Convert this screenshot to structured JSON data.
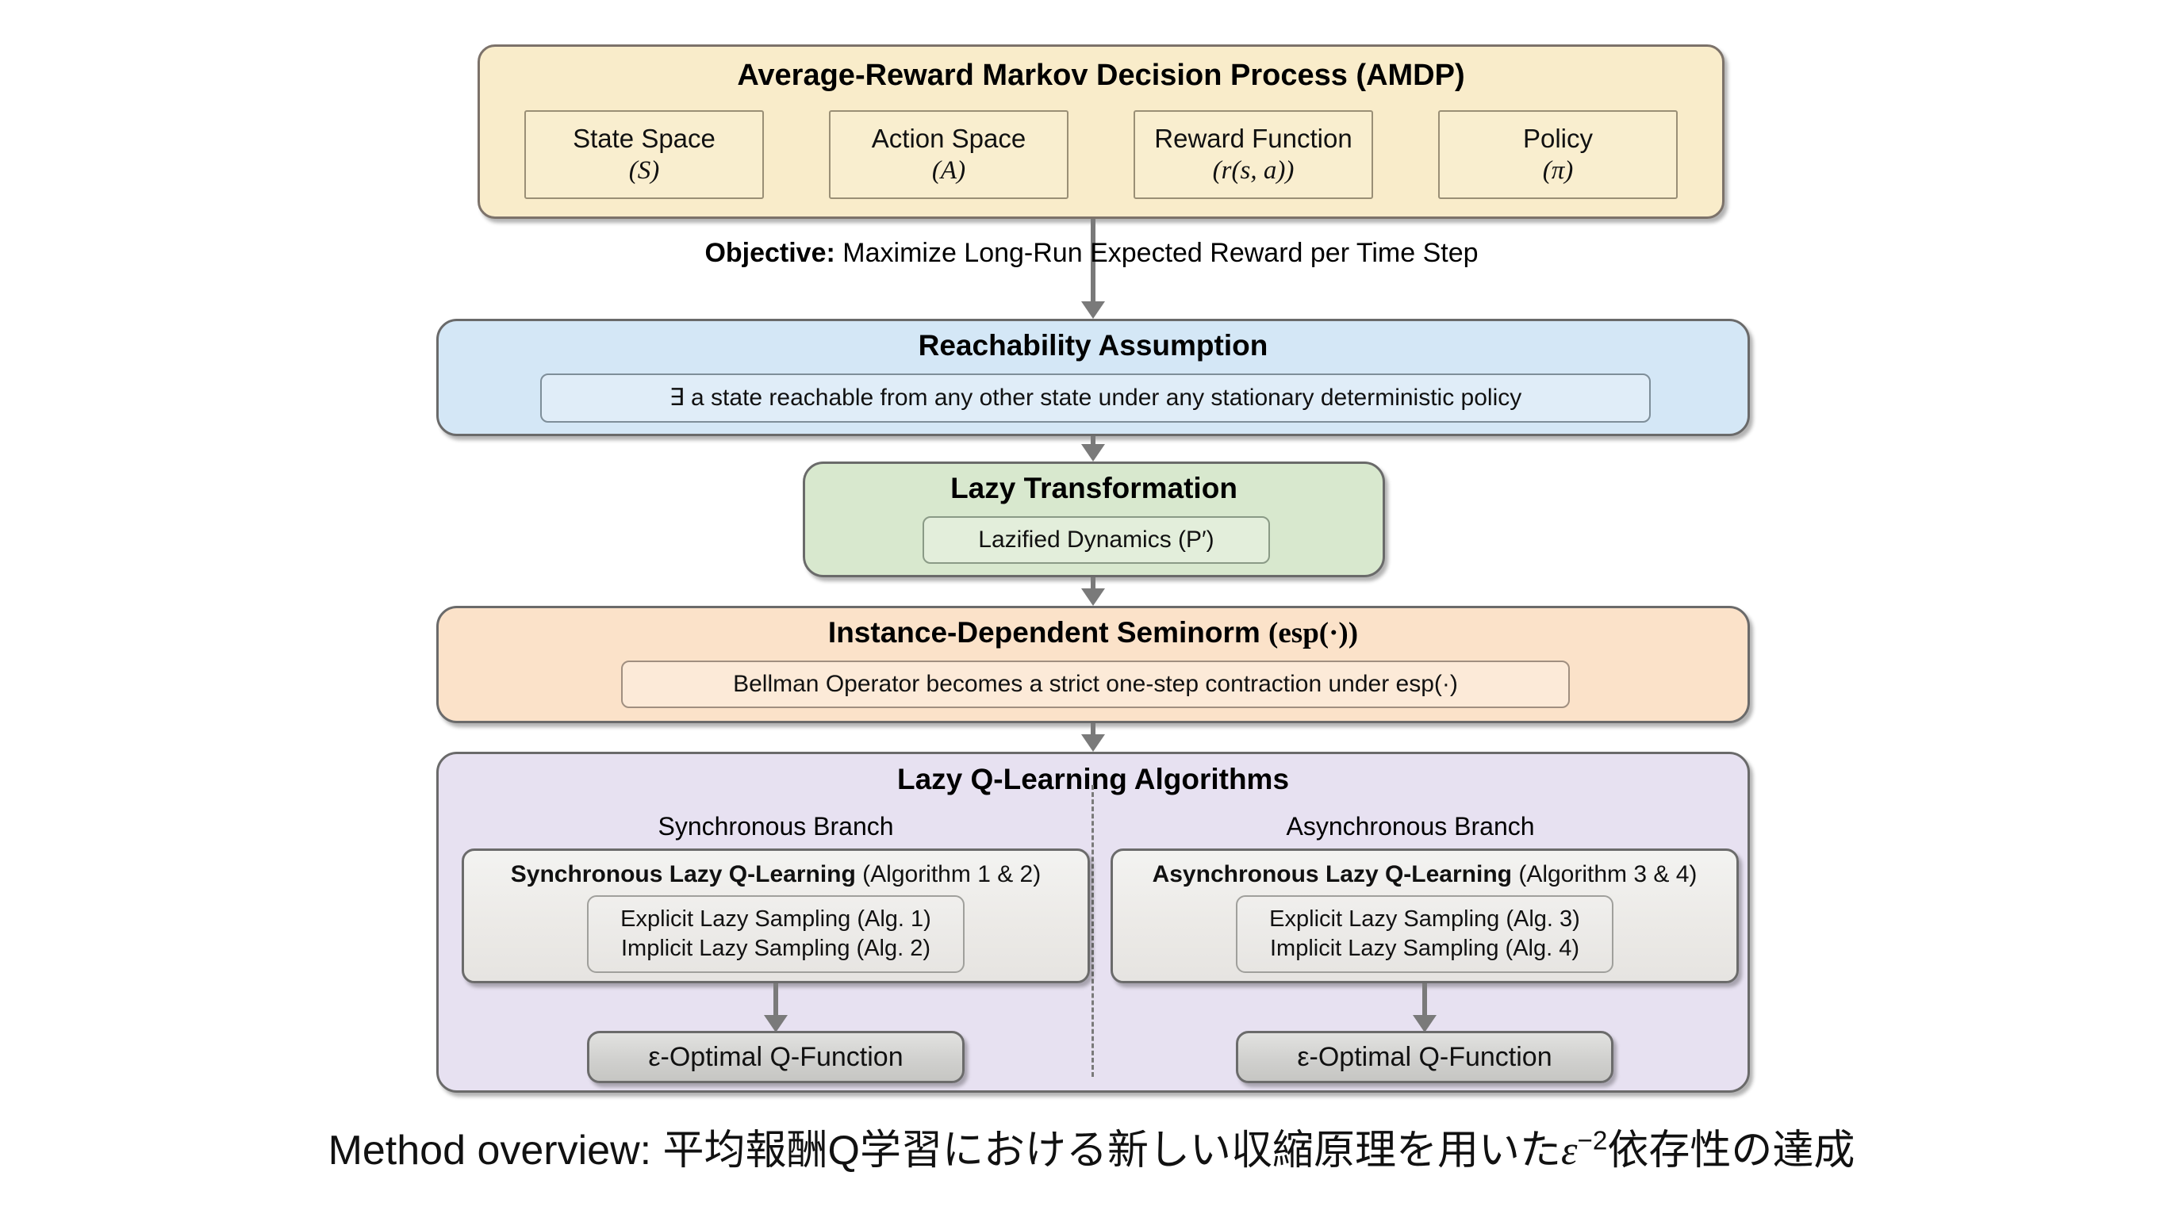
{
  "diagram": {
    "amdp": {
      "title": "Average-Reward Markov Decision Process (AMDP)",
      "slots": [
        {
          "label": "State Space",
          "symbol": "(S)"
        },
        {
          "label": "Action Space",
          "symbol": "(A)"
        },
        {
          "label": "Reward Function",
          "symbol": "(r(s, a))"
        },
        {
          "label": "Policy",
          "symbol": "(π)"
        }
      ]
    },
    "objective": {
      "prefix": "Objective:",
      "text": "Maximize Long-Run Expected Reward per Time Step"
    },
    "reachability": {
      "title": "Reachability Assumption",
      "body": "∃ a state reachable from any other state under any stationary deterministic policy"
    },
    "lazy_transformation": {
      "title": "Lazy Transformation",
      "body": "Lazified Dynamics (P′)"
    },
    "seminorm": {
      "title_main": "Instance-Dependent Seminorm",
      "title_suffix": "(esp(·))",
      "body": "Bellman Operator becomes a strict one-step contraction under esp(·)"
    },
    "lazy_q_learning": {
      "title": "Lazy Q-Learning Algorithms",
      "branches": [
        {
          "branch_label": "Synchronous Branch",
          "card_title_bold": "Synchronous Lazy Q-Learning",
          "card_title_rest": "(Algorithm 1 & 2)",
          "items": [
            "Explicit Lazy Sampling (Alg. 1)",
            "Implicit Lazy Sampling (Alg. 2)"
          ],
          "result": "ε-Optimal Q-Function"
        },
        {
          "branch_label": "Asynchronous Branch",
          "card_title_bold": "Asynchronous Lazy Q-Learning",
          "card_title_rest": "(Algorithm 3 & 4)",
          "items": [
            "Explicit Lazy Sampling (Alg. 3)",
            "Implicit Lazy Sampling (Alg. 4)"
          ],
          "result": "ε-Optimal Q-Function"
        }
      ]
    }
  },
  "caption": {
    "prefix": "Method overview: ",
    "jp_part1": "平均報酬Q学習における新しい収縮原理を用いた",
    "epsilon": "ε",
    "exponent": "−2",
    "jp_part2": "依存性の達成"
  },
  "colors": {
    "amdp_fill": "#f9ecca",
    "reachability_fill": "#d4e7f6",
    "lazy_fill": "#d8e8ce",
    "seminorm_fill": "#fbe2c9",
    "algorithms_fill": "#e7e1f1",
    "card_fill": "#eceae7",
    "result_fill": "#cfcfcd",
    "border": "#6a6a6a",
    "arrow": "#7a7a7a"
  }
}
